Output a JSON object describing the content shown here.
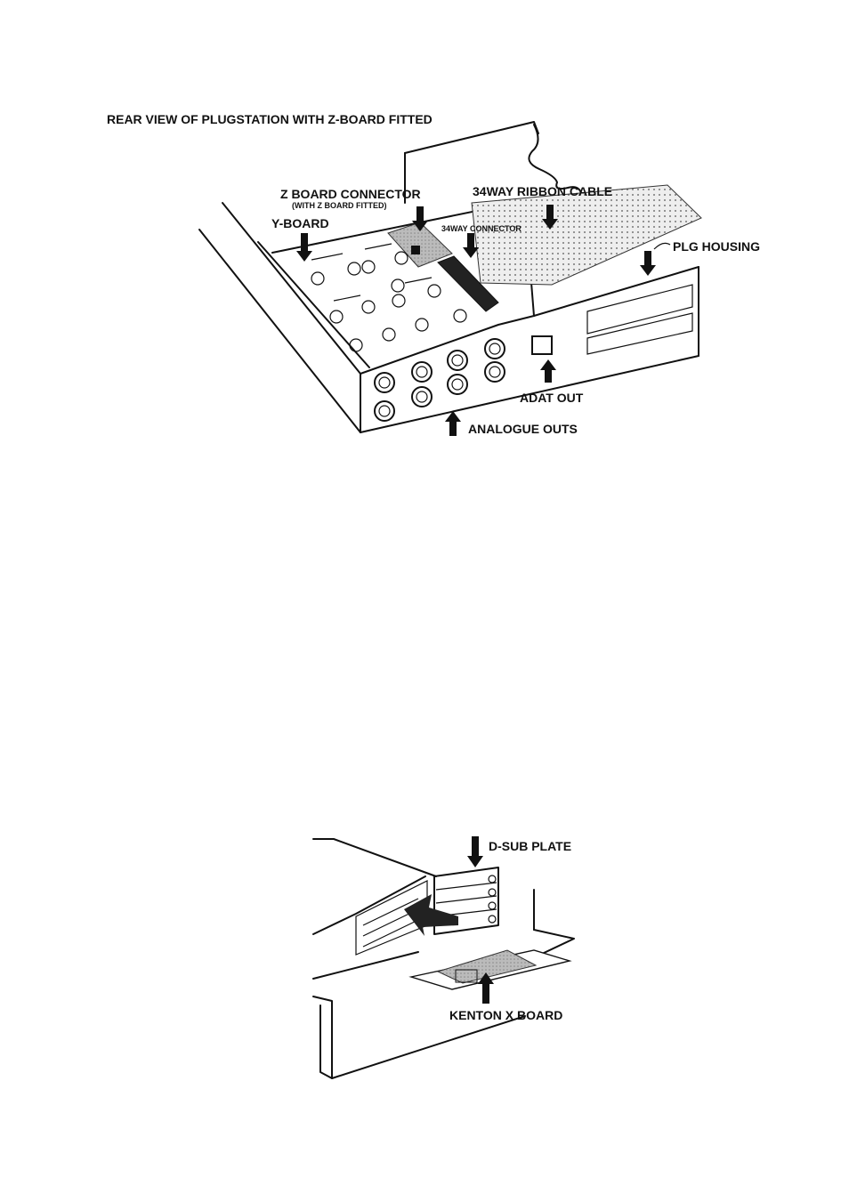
{
  "figure1": {
    "title": "REAR VIEW OF PLUGSTATION WITH Z-BOARD FITTED",
    "labels": {
      "z_board_connector": "Z BOARD CONNECTOR",
      "z_board_fitted": "(WITH Z BOARD FITTED)",
      "ribbon_cable": "34WAY RIBBON CABLE",
      "y_board": "Y-BOARD",
      "connector_34way": "34WAY CONNECTOR",
      "plg_housing": "PLG HOUSING",
      "adat_out": "ADAT OUT",
      "analogue_outs": "ANALOGUE OUTS"
    }
  },
  "figure2": {
    "labels": {
      "d_sub_plate": "D-SUB PLATE",
      "kenton_x_board": "KENTON X BOARD"
    }
  }
}
